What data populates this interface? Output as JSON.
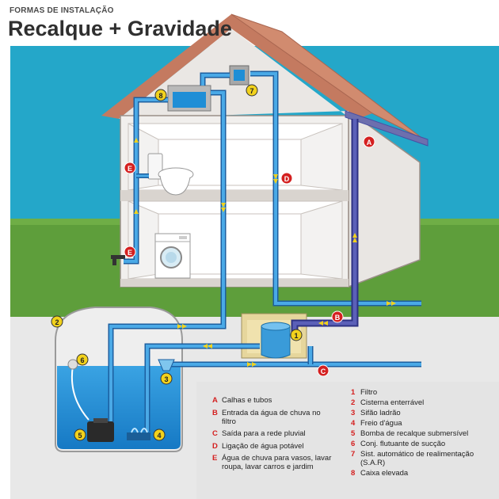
{
  "header": {
    "subtitle": "FORMAS DE INSTALAÇÃO",
    "title": "Recalque + Gravidade"
  },
  "legend_letters": [
    {
      "code": "A",
      "text": "Calhas e tubos"
    },
    {
      "code": "B",
      "text": "Entrada da água de chuva no filtro"
    },
    {
      "code": "C",
      "text": "Saída para a rede pluvial"
    },
    {
      "code": "D",
      "text": "Ligação de água potável"
    },
    {
      "code": "E",
      "text": "Água de chuva para vasos, lavar roupa, lavar carros e jardim"
    }
  ],
  "legend_numbers": [
    {
      "code": "1",
      "text": "Filtro"
    },
    {
      "code": "2",
      "text": "Cisterna enterrável"
    },
    {
      "code": "3",
      "text": "Sifão ladrão"
    },
    {
      "code": "4",
      "text": "Freio d'água"
    },
    {
      "code": "5",
      "text": "Bomba de recalque submersível"
    },
    {
      "code": "6",
      "text": "Conj. flutuante de sucção"
    },
    {
      "code": "7",
      "text": "Sist. automático de realimentação (S.A.R)"
    },
    {
      "code": "8",
      "text": "Caixa elevada"
    }
  ],
  "markers": {
    "A": "A",
    "B": "B",
    "C": "C",
    "D": "D",
    "E": "E",
    "n1": "1",
    "n2": "2",
    "n3": "3",
    "n4": "4",
    "n5": "5",
    "n6": "6",
    "n7": "7",
    "n8": "8"
  },
  "colors": {
    "sky": "#24a7c9",
    "grass": "#5e9e3b",
    "soil": "#e0e0e0",
    "pipe_light_blue": "#2d8fd0",
    "pipe_purple": "#4a4fa3",
    "water": "#1e8ed6",
    "marker_red": "#d42020",
    "marker_yellow": "#f2d21c"
  }
}
